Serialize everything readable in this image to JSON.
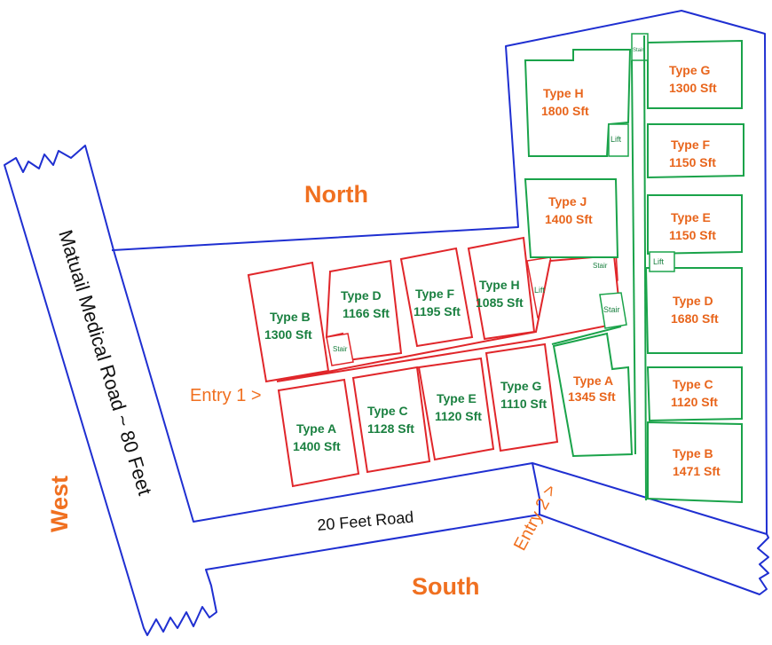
{
  "compass": {
    "north": "North",
    "south": "South",
    "west": "West"
  },
  "roads": {
    "main_road": "Matuail Medical Road ~ 80 Feet",
    "side_road": "20 Feet Road"
  },
  "entries": {
    "entry1": "Entry 1 >",
    "entry2": "Entry 2 >"
  },
  "colors": {
    "boundary": "#1f2fd1",
    "red_block": "#e0262a",
    "green_block": "#1aa34a",
    "label_orange": "#e8651c",
    "label_green": "#1a8040"
  },
  "red_block_units": [
    {
      "type": "Type B",
      "area": "1300 Sft"
    },
    {
      "type": "Type D",
      "area": "1166 Sft"
    },
    {
      "type": "Type F",
      "area": "1195 Sft"
    },
    {
      "type": "Type H",
      "area": "1085 Sft"
    },
    {
      "type": "Type A",
      "area": "1400 Sft"
    },
    {
      "type": "Type C",
      "area": "1128 Sft"
    },
    {
      "type": "Type E",
      "area": "1120 Sft"
    },
    {
      "type": "Type G",
      "area": "1110 Sft"
    }
  ],
  "green_block_units": [
    {
      "type": "Type H",
      "area": "1800 Sft"
    },
    {
      "type": "Type G",
      "area": "1300 Sft"
    },
    {
      "type": "Type F",
      "area": "1150 Sft"
    },
    {
      "type": "Type J",
      "area": "1400 Sft"
    },
    {
      "type": "Type E",
      "area": "1150 Sft"
    },
    {
      "type": "Type D",
      "area": "1680 Sft"
    },
    {
      "type": "Type A",
      "area": "1345 Sft"
    },
    {
      "type": "Type C",
      "area": "1120 Sft"
    },
    {
      "type": "Type B",
      "area": "1471 Sft"
    }
  ],
  "service_rooms": {
    "stair": "Stair",
    "lift": "Lift"
  }
}
